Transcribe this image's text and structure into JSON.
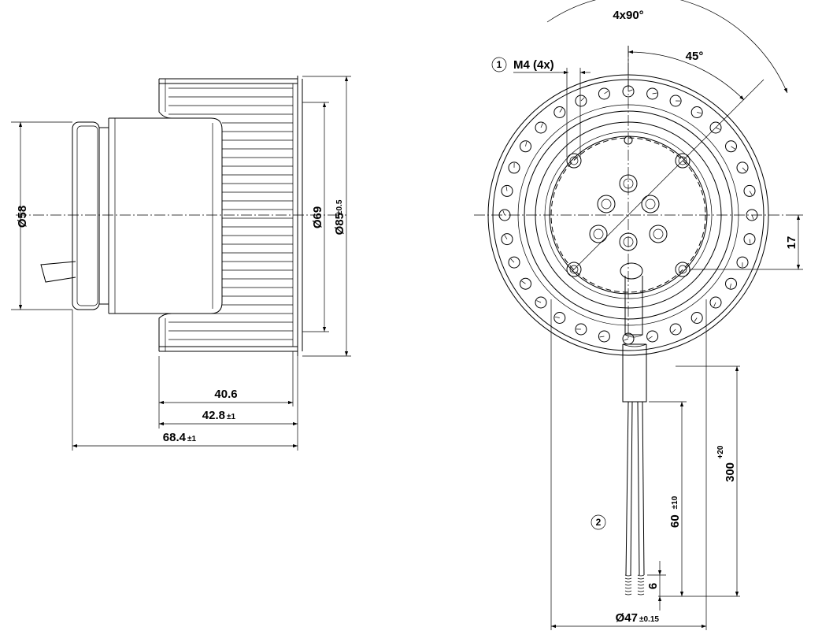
{
  "dimensions": {
    "d58": "Ø58",
    "d69": "Ø69",
    "d85": "Ø85",
    "d85_tol": "±0.5",
    "l40_6": "40.6",
    "l42_8": "42.8",
    "l42_8_tol": "±1",
    "l68_4": "68.4",
    "l68_4_tol": "±1",
    "angle_4x90": "4x90°",
    "angle_45": "45°",
    "thread_label": "M4 (4x)",
    "offset_17": "17",
    "len_300": "300",
    "len_300_tol": "+20",
    "len_60": "60",
    "len_60_tol": "±10",
    "len_6": "6",
    "d47": "Ø47",
    "d47_tol": "±0.15"
  },
  "callouts": {
    "c1": "1",
    "c2": "2"
  },
  "colors": {
    "line": "#000000",
    "background": "#ffffff"
  }
}
